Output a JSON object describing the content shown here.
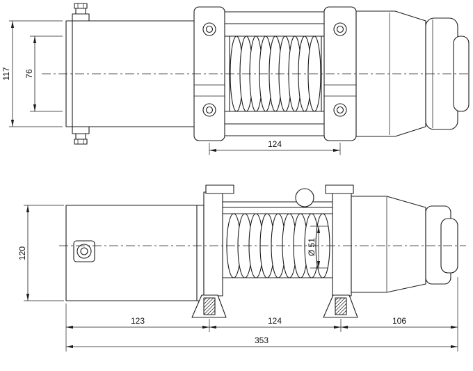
{
  "meta": {
    "background_color": "#ffffff",
    "line_color": "#1c1c1c"
  },
  "drawing": {
    "top_view": {
      "overall_height": "117",
      "inner_height": "76",
      "mount_hole_spacing": "124"
    },
    "front_view": {
      "motor_height": "120",
      "drum_diameter": "Ø 51",
      "motor_section_length": "123",
      "drum_section_length": "124",
      "gearbox_section_length": "106",
      "overall_length": "353"
    }
  }
}
